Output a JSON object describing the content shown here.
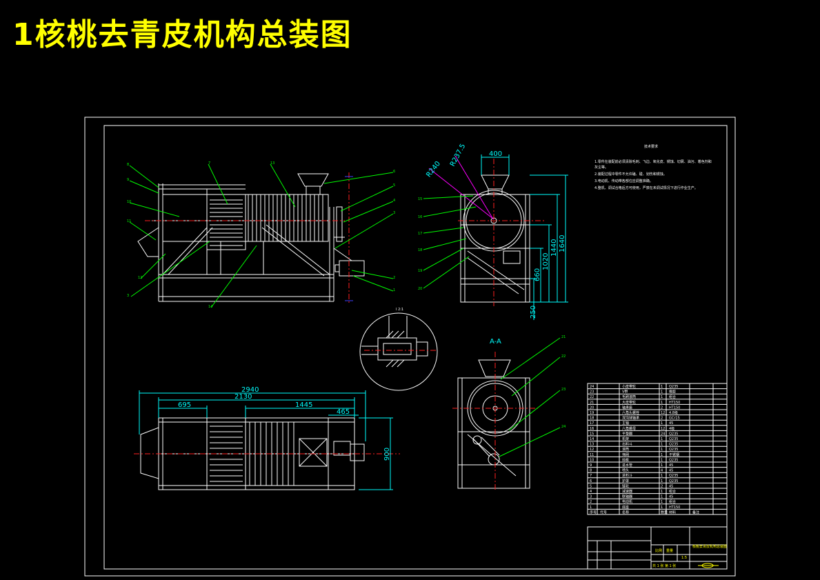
{
  "title": "1核桃去青皮机构总装图",
  "front_view": {
    "balloons": [
      "8",
      "9",
      "10",
      "11",
      "12",
      "3",
      "13",
      "7",
      "6",
      "5",
      "4",
      "3",
      "2",
      "1",
      "14"
    ]
  },
  "side_view": {
    "dimensions": {
      "top_width": "400",
      "radius_outer": "R240",
      "radius_inner": "R237.5",
      "h_total": "1640",
      "h_2": "1440",
      "h_3": "1020",
      "h_4": "660",
      "h_5": "250"
    },
    "balloons": [
      "15",
      "16",
      "17",
      "18",
      "19",
      "20"
    ]
  },
  "detail_view": {
    "label": "I 2:1"
  },
  "plan_view": {
    "dimensions": {
      "overall": "2940",
      "d2": "2130",
      "d3": "695",
      "d4": "1445",
      "d5": "465",
      "height": "900"
    }
  },
  "section_view": {
    "label": "A-A",
    "balloons": [
      "21",
      "22",
      "23",
      "24"
    ]
  },
  "technical_requirements": {
    "heading": "技术要求",
    "lines": [
      "1.零件在装配前必须清除毛刺、飞边、氧化皮、锈蚀、切屑、油污、着色剂和",
      "灰尘等。",
      "2.装配过程中零件不允许磕、碰、划伤和锈蚀。",
      "3.电动机、传动带各部位应调整准确。",
      "4.整机、调试合格后方可使用，严禁在未调试情况下进行作业生产。"
    ]
  },
  "parts_list": {
    "rows": [
      {
        "no": "24",
        "code": "",
        "name": "小皮带轮",
        "qty": "1",
        "material": "Q235",
        "note": ""
      },
      {
        "no": "23",
        "code": "",
        "name": "V带",
        "qty": "1",
        "material": "橡胶",
        "note": ""
      },
      {
        "no": "22",
        "code": "",
        "name": "毛刷滚筒",
        "qty": "1",
        "material": "组合",
        "note": ""
      },
      {
        "no": "21",
        "code": "",
        "name": "大皮带轮",
        "qty": "1",
        "material": "HT150",
        "note": ""
      },
      {
        "no": "20",
        "code": "",
        "name": "轴承座",
        "qty": "2",
        "material": "HT150",
        "note": ""
      },
      {
        "no": "19",
        "code": "",
        "name": "六角头螺栓",
        "qty": "12",
        "material": "4.8级",
        "note": ""
      },
      {
        "no": "18",
        "code": "",
        "name": "深沟球轴承",
        "qty": "2",
        "material": "GCr15",
        "note": ""
      },
      {
        "no": "17",
        "code": "",
        "name": "主轴",
        "qty": "1",
        "material": "45",
        "note": ""
      },
      {
        "no": "16",
        "code": "",
        "name": "六角螺母",
        "qty": "12",
        "material": "4级",
        "note": ""
      },
      {
        "no": "15",
        "code": "",
        "name": "平垫圈",
        "qty": "24",
        "material": "Q235",
        "note": ""
      },
      {
        "no": "14",
        "code": "",
        "name": "机架",
        "qty": "1",
        "material": "Q235",
        "note": ""
      },
      {
        "no": "13",
        "code": "",
        "name": "出料斗",
        "qty": "1",
        "material": "Q235",
        "note": ""
      },
      {
        "no": "12",
        "code": "",
        "name": "滚筒",
        "qty": "1",
        "material": "Q235",
        "note": ""
      },
      {
        "no": "11",
        "code": "",
        "name": "筛网",
        "qty": "1",
        "material": "不锈钢",
        "note": ""
      },
      {
        "no": "10",
        "code": "",
        "name": "挡板",
        "qty": "1",
        "material": "Q235",
        "note": ""
      },
      {
        "no": "9",
        "code": "",
        "name": "进水管",
        "qty": "1",
        "material": "45",
        "note": ""
      },
      {
        "no": "8",
        "code": "",
        "name": "喷头",
        "qty": "4",
        "material": "45",
        "note": ""
      },
      {
        "no": "7",
        "code": "",
        "name": "进料斗",
        "qty": "1",
        "material": "Q235",
        "note": ""
      },
      {
        "no": "6",
        "code": "",
        "name": "护罩",
        "qty": "1",
        "material": "Q235",
        "note": ""
      },
      {
        "no": "5",
        "code": "",
        "name": "链轮",
        "qty": "2",
        "material": "45",
        "note": ""
      },
      {
        "no": "4",
        "code": "",
        "name": "减速器",
        "qty": "1",
        "material": "组合",
        "note": ""
      },
      {
        "no": "3",
        "code": "",
        "name": "联轴器",
        "qty": "1",
        "material": "45",
        "note": ""
      },
      {
        "no": "2",
        "code": "",
        "name": "电动机",
        "qty": "1",
        "material": "组合",
        "note": ""
      },
      {
        "no": "1",
        "code": "",
        "name": "底座",
        "qty": "1",
        "material": "HT150",
        "note": ""
      }
    ],
    "header": {
      "no": "序号",
      "code": "代号",
      "name": "名称",
      "qty": "数量",
      "material": "材料",
      "note": "备注"
    }
  },
  "title_block": {
    "drawing_name": "核桃去青皮机构总装图",
    "scale_label": "比例",
    "scale": "1:5",
    "mass_label": "重量",
    "sheet": "共 1 张 第 1 张"
  }
}
